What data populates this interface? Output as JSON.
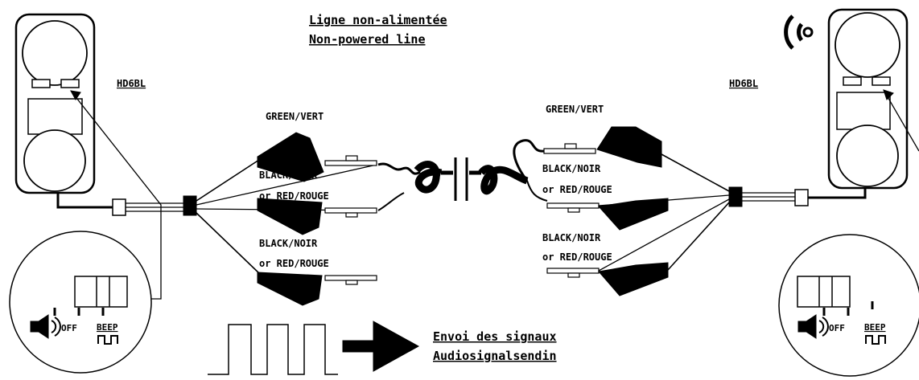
{
  "title": {
    "line1": "Ligne non-alimentée",
    "line2": "Non-powered line"
  },
  "left_unit": {
    "model": "HD6BL"
  },
  "right_unit": {
    "model": "HD6BL"
  },
  "wires": {
    "green_left": "GREEN/VERT",
    "green_right": "GREEN/VERT",
    "black_label": "BLACK/NOIR",
    "red_label": "or RED/ROUGE"
  },
  "switch": {
    "off_label": "OFF",
    "beep_label": "BEEP"
  },
  "signal": {
    "line1": "Envoi des signaux",
    "line2": "Audiosignalsendin"
  },
  "icons": [
    "speaker-icon",
    "sound-waves-icon",
    "square-wave-icon",
    "arrow-right-icon",
    "capacitor-icon"
  ],
  "colors": {
    "ink": "#000000",
    "paper": "#ffffff"
  }
}
